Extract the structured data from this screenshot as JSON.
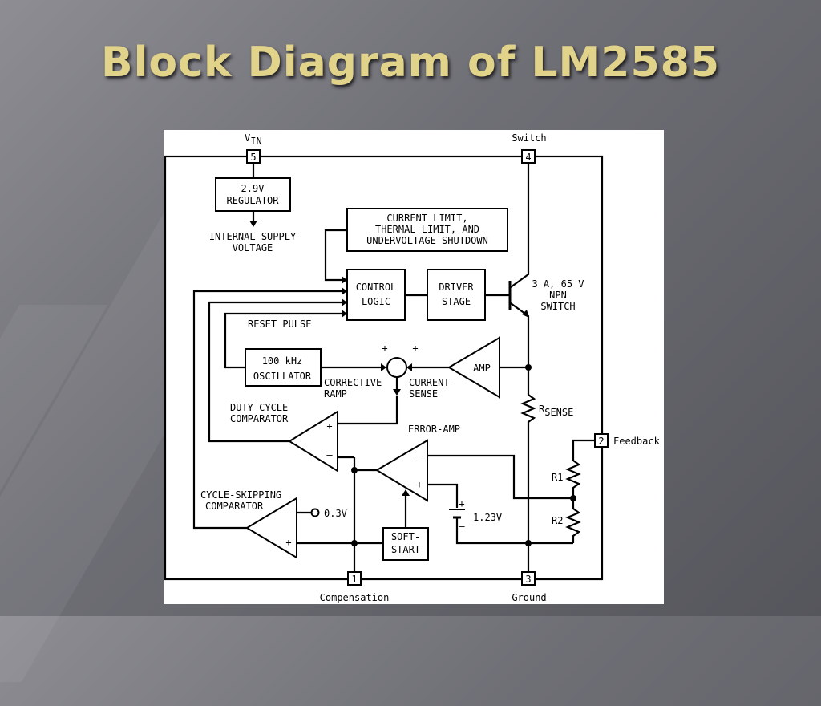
{
  "slide": {
    "title": "Block Diagram of LM2585"
  },
  "pins": {
    "vin": {
      "number": "5",
      "label": "V",
      "label_sub": "IN"
    },
    "switch": {
      "number": "4",
      "label": "Switch"
    },
    "feedback": {
      "number": "2",
      "label": "Feedback"
    },
    "compensation": {
      "number": "1",
      "label": "Compensation"
    },
    "ground": {
      "number": "3",
      "label": "Ground"
    }
  },
  "blocks": {
    "regulator": {
      "line1": "2.9V",
      "line2": "REGULATOR"
    },
    "internal_supply": {
      "line1": "INTERNAL SUPPLY",
      "line2": "VOLTAGE"
    },
    "current_limit": {
      "line1": "CURRENT LIMIT,",
      "line2": "THERMAL LIMIT, AND",
      "line3": "UNDERVOLTAGE SHUTDOWN"
    },
    "control_logic": {
      "line1": "CONTROL",
      "line2": "LOGIC"
    },
    "driver_stage": {
      "line1": "DRIVER",
      "line2": "STAGE"
    },
    "npn_switch": {
      "line1": "3 A, 65 V",
      "line2": "NPN",
      "line3": "SWITCH"
    },
    "reset_pulse": "RESET PULSE",
    "oscillator": {
      "line1": "100 kHz",
      "line2": "OSCILLATOR"
    },
    "corrective_ramp": {
      "line1": "CORRECTIVE",
      "line2": "RAMP"
    },
    "current_sense": {
      "line1": "CURRENT",
      "line2": "SENSE"
    },
    "summer_plus_left": "+",
    "summer_plus_right": "+",
    "amp": "AMP",
    "r_sense": {
      "label": "R",
      "label_sub": "SENSE"
    },
    "duty_cycle": {
      "line1": "DUTY CYCLE",
      "line2": "COMPARATOR"
    },
    "error_amp": "ERROR-AMP",
    "cycle_skipping": {
      "line1": "CYCLE-SKIPPING",
      "line2": "COMPARATOR"
    },
    "threshold": "0.3V",
    "reference": "1.23V",
    "soft_start": {
      "line1": "SOFT-",
      "line2": "START"
    },
    "r1": "R1",
    "r2": "R2",
    "plus": "+",
    "minus": "–"
  }
}
